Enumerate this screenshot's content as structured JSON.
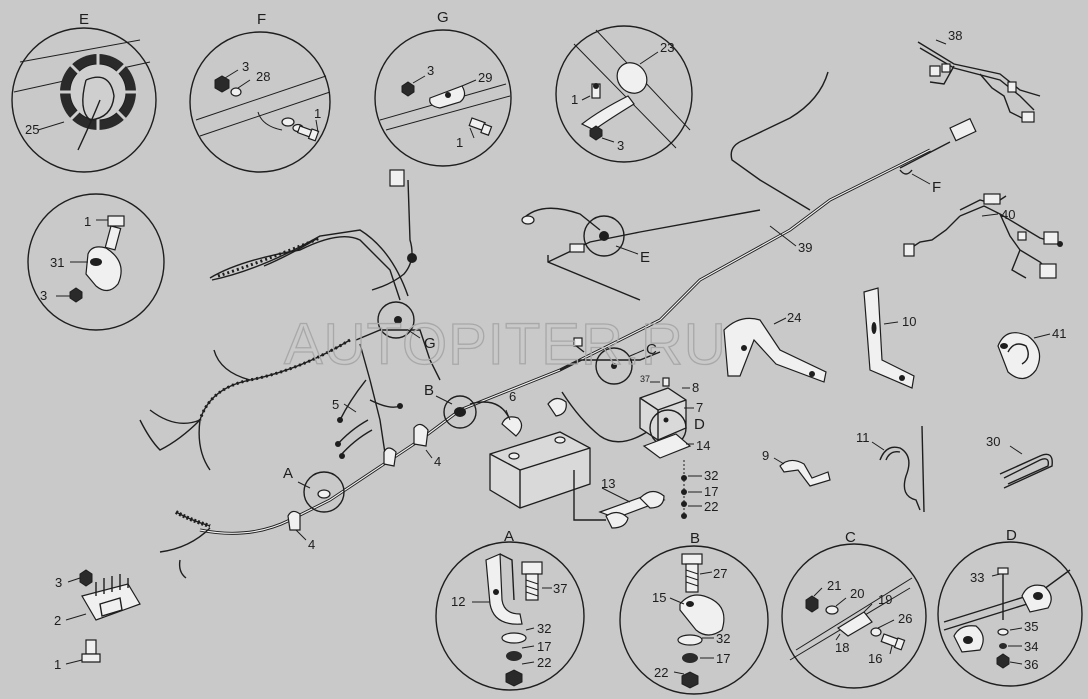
{
  "watermark": "AUTOPITER.RU",
  "detail_letters": {
    "E": "E",
    "F": "F",
    "G": "G",
    "A": "A",
    "B": "B",
    "C": "C",
    "D": "D"
  },
  "parts": {
    "p1": "1",
    "p2": "2",
    "p3": "3",
    "p4": "4",
    "p5": "5",
    "p6": "6",
    "p7": "7",
    "p8": "8",
    "p9": "9",
    "p10": "10",
    "p11": "11",
    "p12": "12",
    "p13": "13",
    "p14": "14",
    "p15": "15",
    "p16": "16",
    "p17": "17",
    "p18": "18",
    "p19": "19",
    "p20": "20",
    "p21": "21",
    "p22": "22",
    "p23": "23",
    "p24": "24",
    "p25": "25",
    "p26": "26",
    "p27": "27",
    "p28": "28",
    "p29": "29",
    "p30": "30",
    "p31": "31",
    "p32": "32",
    "p33": "33",
    "p34": "34",
    "p35": "35",
    "p36": "36",
    "p37": "37",
    "p38": "38",
    "p39": "39",
    "p40": "40",
    "p41": "41"
  }
}
